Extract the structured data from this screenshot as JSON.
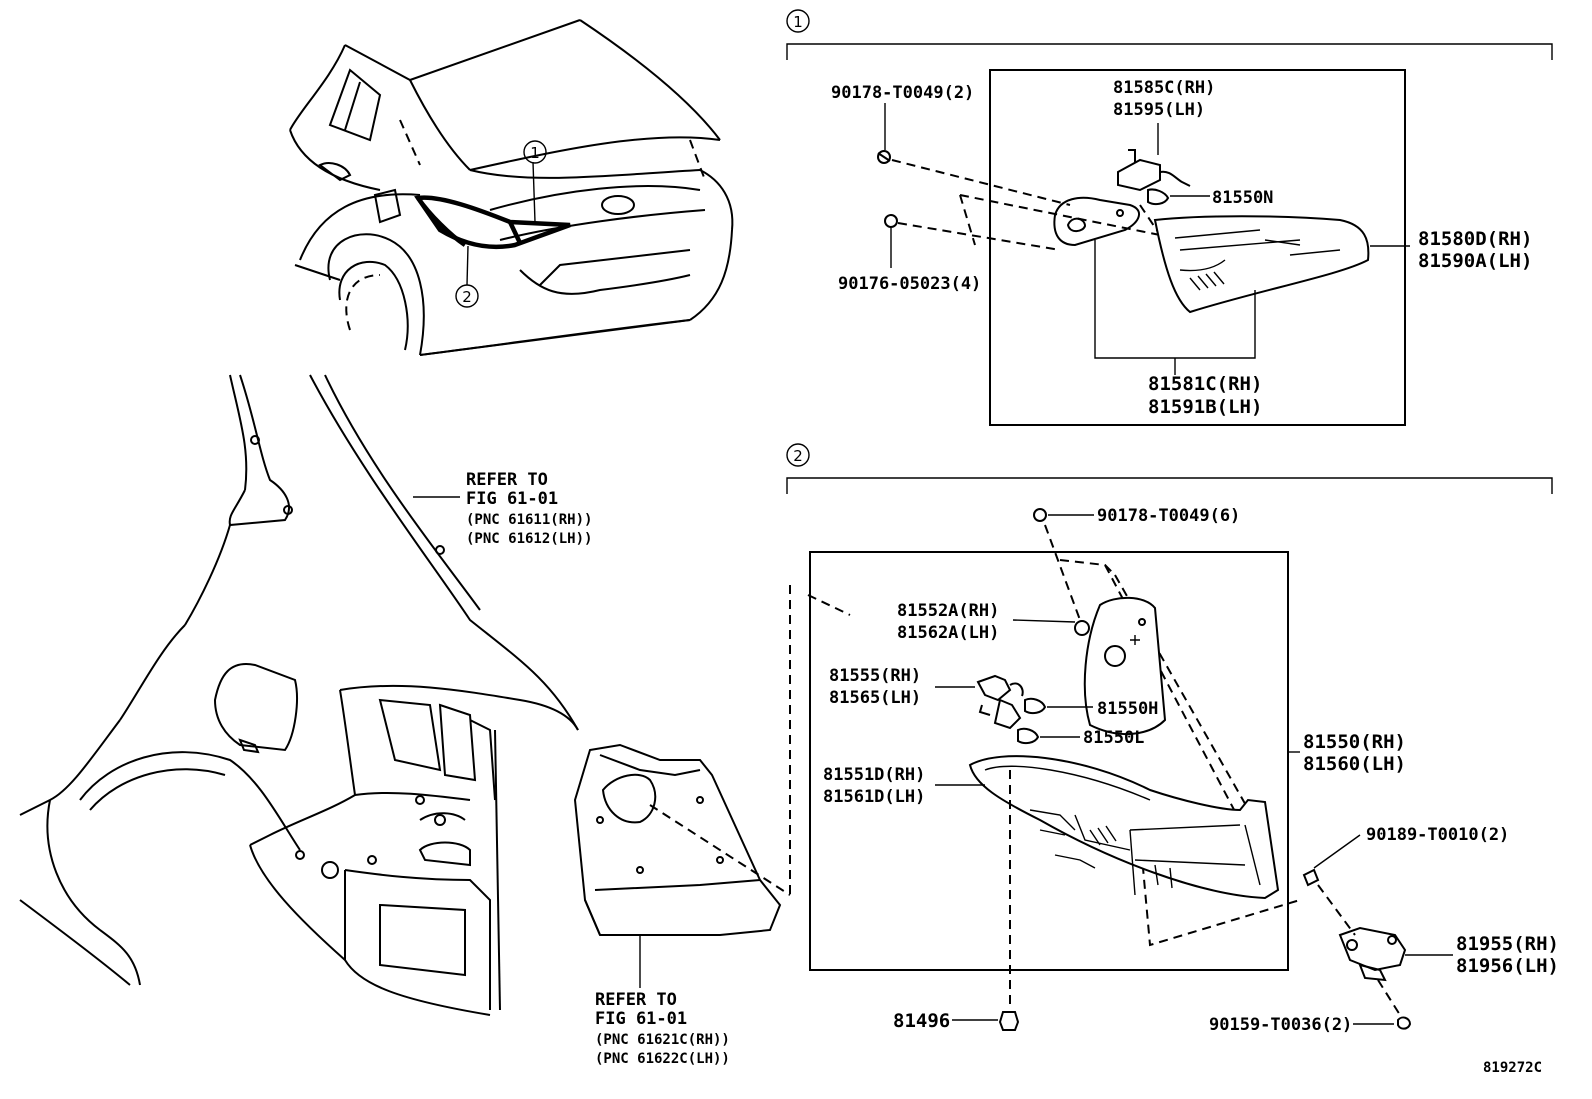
{
  "callouts": {
    "one": "1",
    "two": "2"
  },
  "car_view": {
    "callout_1": "1",
    "callout_2": "2"
  },
  "refer_upper": {
    "line1": "REFER TO",
    "line2": "FIG 61-01",
    "line3": "(PNC 61611(RH))",
    "line4": "(PNC 61612(LH))"
  },
  "refer_lower": {
    "line1": "REFER TO",
    "line2": "FIG 61-01",
    "line3": "(PNC 61621C(RH))",
    "line4": "(PNC 61622C(LH))"
  },
  "group1": {
    "nut_label": "90178-T0049(2)",
    "screw_label": "90176-05023(4)",
    "socket_rh": "81585C(RH)",
    "socket_lh": "81595(LH)",
    "bulb": "81550N",
    "lamp_rh": "81580D(RH)",
    "lamp_lh": "81590A(LH)",
    "lens_rh": "81581C(RH)",
    "lens_lh": "81591B(LH)"
  },
  "group2": {
    "nut_label": "90178-T0049(6)",
    "cover_rh": "81552A(RH)",
    "cover_lh": "81562A(LH)",
    "socket_rh": "81555(RH)",
    "socket_lh": "81565(LH)",
    "bulb_h": "81550H",
    "bulb_l": "81550L",
    "lens_rh": "81551D(RH)",
    "lens_lh": "81561D(LH)",
    "lamp_rh": "81550(RH)",
    "lamp_lh": "81560(LH)",
    "screw1": "90189-T0010(2)",
    "bracket_rh": "81955(RH)",
    "bracket_lh": "81956(LH)",
    "screw2": "90159-T0036(2)",
    "grommet": "81496"
  },
  "drawing_number": "819272C"
}
